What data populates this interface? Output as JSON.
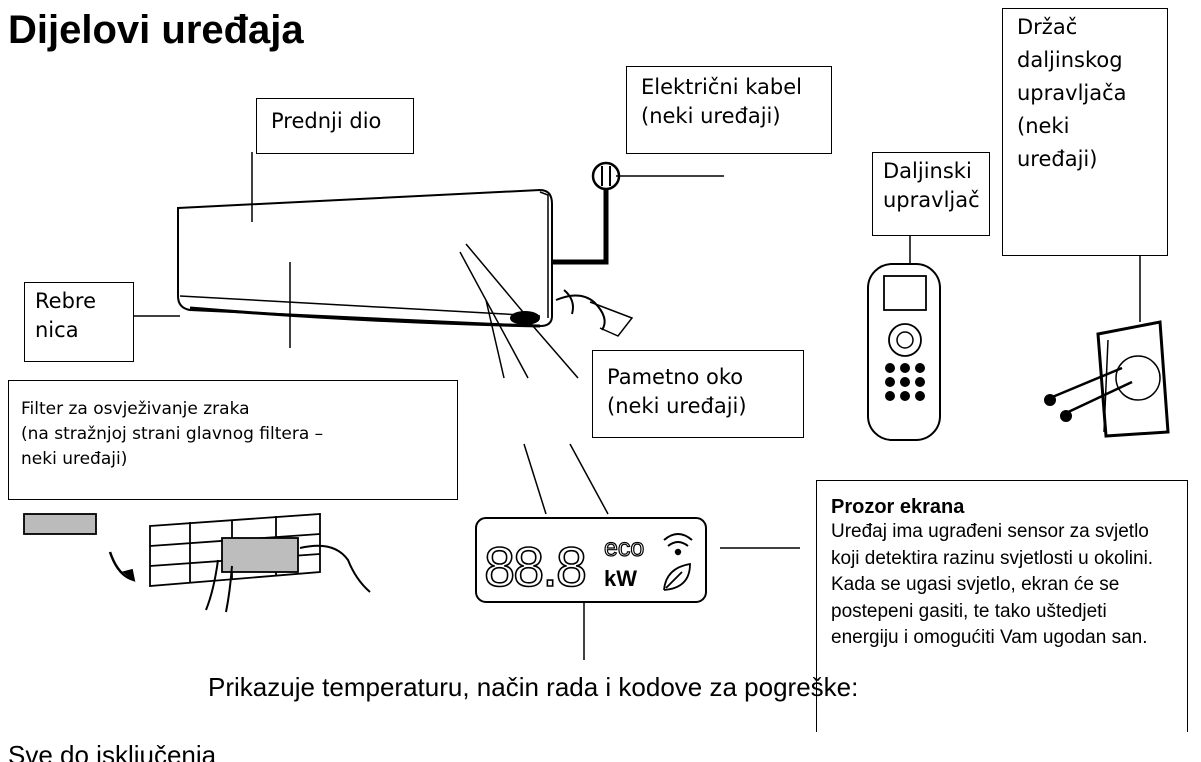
{
  "title": "Dijelovi uređaja",
  "labels": {
    "front": "Prednji dio",
    "cable": "Električni kabel\n(neki uređaji)",
    "holder": "Držač\ndaljinskog\nupravljača\n(neki\nuređaji)",
    "remote": "Daljinski\nupravljač",
    "louver": "Rebre\nnica",
    "smart_eye": "Pametno oko\n(neki uređaji)",
    "filter": "Filter za osvježivanje zraka\n(na stražnjoj strani glavnog filtera –\nneki uređaji)"
  },
  "display_panel": {
    "title": "Prozor ekrana",
    "body": "Uređaj ima ugrađeni sensor za svjetlo koji detektira razinu svjetlosti u okolini. Kada se ugasi svjetlo, ekran će se postepeni gasiti, te tako uštedjeti energiju i omogućiti Vam ugodan san."
  },
  "display": {
    "digits": "88.8",
    "eco": "eco",
    "kw": "kW"
  },
  "caption": "Prikazuje temperaturu, način rada i kodove za pogreške:",
  "caption_next": "Sve do isključenja"
}
